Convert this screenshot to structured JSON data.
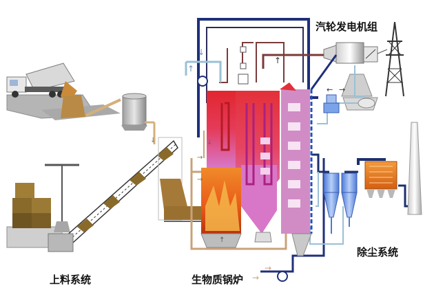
{
  "labels": {
    "turbine_generator": "汽轮发电机组",
    "feeding_system": "上料系统",
    "biomass_boiler": "生物质锅炉",
    "dust_removal": "除尘系统"
  },
  "colors": {
    "background": "#ffffff",
    "steam_pipe": "#1f2f7a",
    "water_pipe": "#7a3a3a",
    "feed_pipe": "#c9a27a",
    "flue_gas_pipe": "#1e2f6e",
    "furnace_red": "#e0303a",
    "furnace_pink": "#e06ab8",
    "cyclone_blue": "#7aa3ea",
    "baghouse_orange": "#e07a24",
    "concrete_gray": "#b8b8b8"
  }
}
